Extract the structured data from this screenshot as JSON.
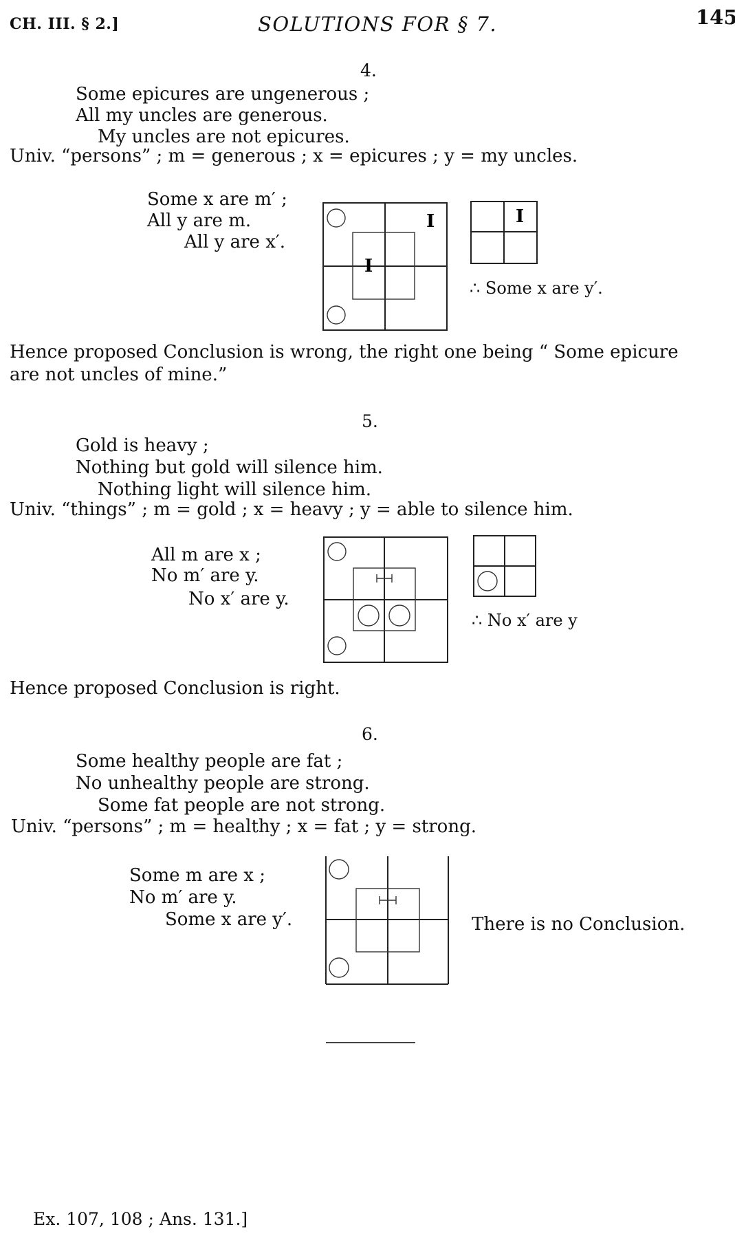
{
  "header": {
    "left": "CH. III. § 2.]",
    "center": "SOLUTIONS FOR § 7.",
    "page_number": "145"
  },
  "problems": [
    {
      "number": "4.",
      "premises": [
        "Some epicures are ungenerous ;",
        "All my uncles are generous."
      ],
      "conclusion": "My uncles are not epicures.",
      "universe": "Univ. “persons” ; m = generous ; x = epicures ; y = my uncles.",
      "symbolic": [
        "Some x are m′ ;",
        "All y are m.",
        "All y are x′."
      ],
      "result": "∴ Some x are y′.",
      "remark": [
        "Hence proposed Conclusion is wrong, the right one being “ Some epicure",
        "are not uncles of mine.”"
      ]
    },
    {
      "number": "5.",
      "premises": [
        "Gold is heavy ;",
        "Nothing but gold will silence him."
      ],
      "conclusion": "Nothing light will silence him.",
      "universe": "Univ. “things” ; m = gold ; x = heavy ; y = able to silence him.",
      "symbolic": [
        "All m are x ;",
        "No m′ are y.",
        "No x′ are y."
      ],
      "result": "∴ No x′ are y",
      "remark": [
        "Hence proposed Conclusion is right."
      ]
    },
    {
      "number": "6.",
      "premises": [
        "Some healthy people are fat ;",
        "No unhealthy people are strong."
      ],
      "conclusion": "Some fat people are not strong.",
      "universe": "Univ. “persons” ; m = healthy ; x = fat ; y = strong.",
      "symbolic": [
        "Some m are x ;",
        "No m′ are y.",
        "Some x are y′."
      ],
      "result": "There is no Conclusion."
    }
  ],
  "diagram_marks": {
    "one": "I"
  },
  "footer": "Ex. 107, 108 ; Ans. 131.]"
}
